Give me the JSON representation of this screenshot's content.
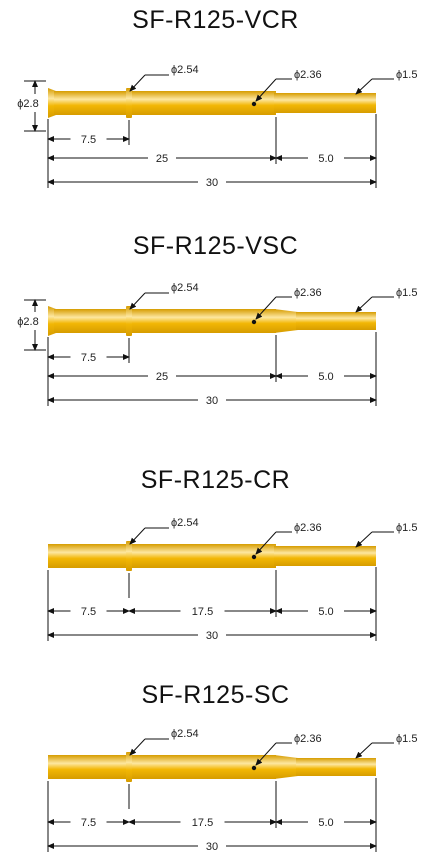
{
  "colors": {
    "pin_base": "#f2b705",
    "pin_highlight": "#fde7a0",
    "pin_shadow": "#d69c00",
    "line": "#111111",
    "text": "#222222"
  },
  "panels": [
    {
      "title": "SF-R125-VCR",
      "has_flange": true,
      "tip_style": "step",
      "labels": {
        "flange_dia": "ϕ2.8",
        "d_ring": "ϕ2.54",
        "d_body": "ϕ2.36",
        "d_tip": "ϕ1.5"
      },
      "dims": {
        "ring_pos": "7.5",
        "mid": "25",
        "tip": "5.0",
        "total": "30"
      }
    },
    {
      "title": "SF-R125-VSC",
      "has_flange": true,
      "tip_style": "taper",
      "labels": {
        "flange_dia": "ϕ2.8",
        "d_ring": "ϕ2.54",
        "d_body": "ϕ2.36",
        "d_tip": "ϕ1.5"
      },
      "dims": {
        "ring_pos": "7.5",
        "mid": "25",
        "tip": "5.0",
        "total": "30"
      }
    },
    {
      "title": "SF-R125-CR",
      "has_flange": false,
      "tip_style": "step",
      "labels": {
        "d_ring": "ϕ2.54",
        "d_body": "ϕ2.36",
        "d_tip": "ϕ1.5"
      },
      "dims": {
        "ring_pos": "7.5",
        "mid": "17.5",
        "tip": "5.0",
        "total": "30"
      }
    },
    {
      "title": "SF-R125-SC",
      "has_flange": false,
      "tip_style": "taper",
      "labels": {
        "d_ring": "ϕ2.54",
        "d_body": "ϕ2.36",
        "d_tip": "ϕ1.5"
      },
      "dims": {
        "ring_pos": "7.5",
        "mid": "17.5",
        "tip": "5.0",
        "total": "30"
      }
    }
  ]
}
